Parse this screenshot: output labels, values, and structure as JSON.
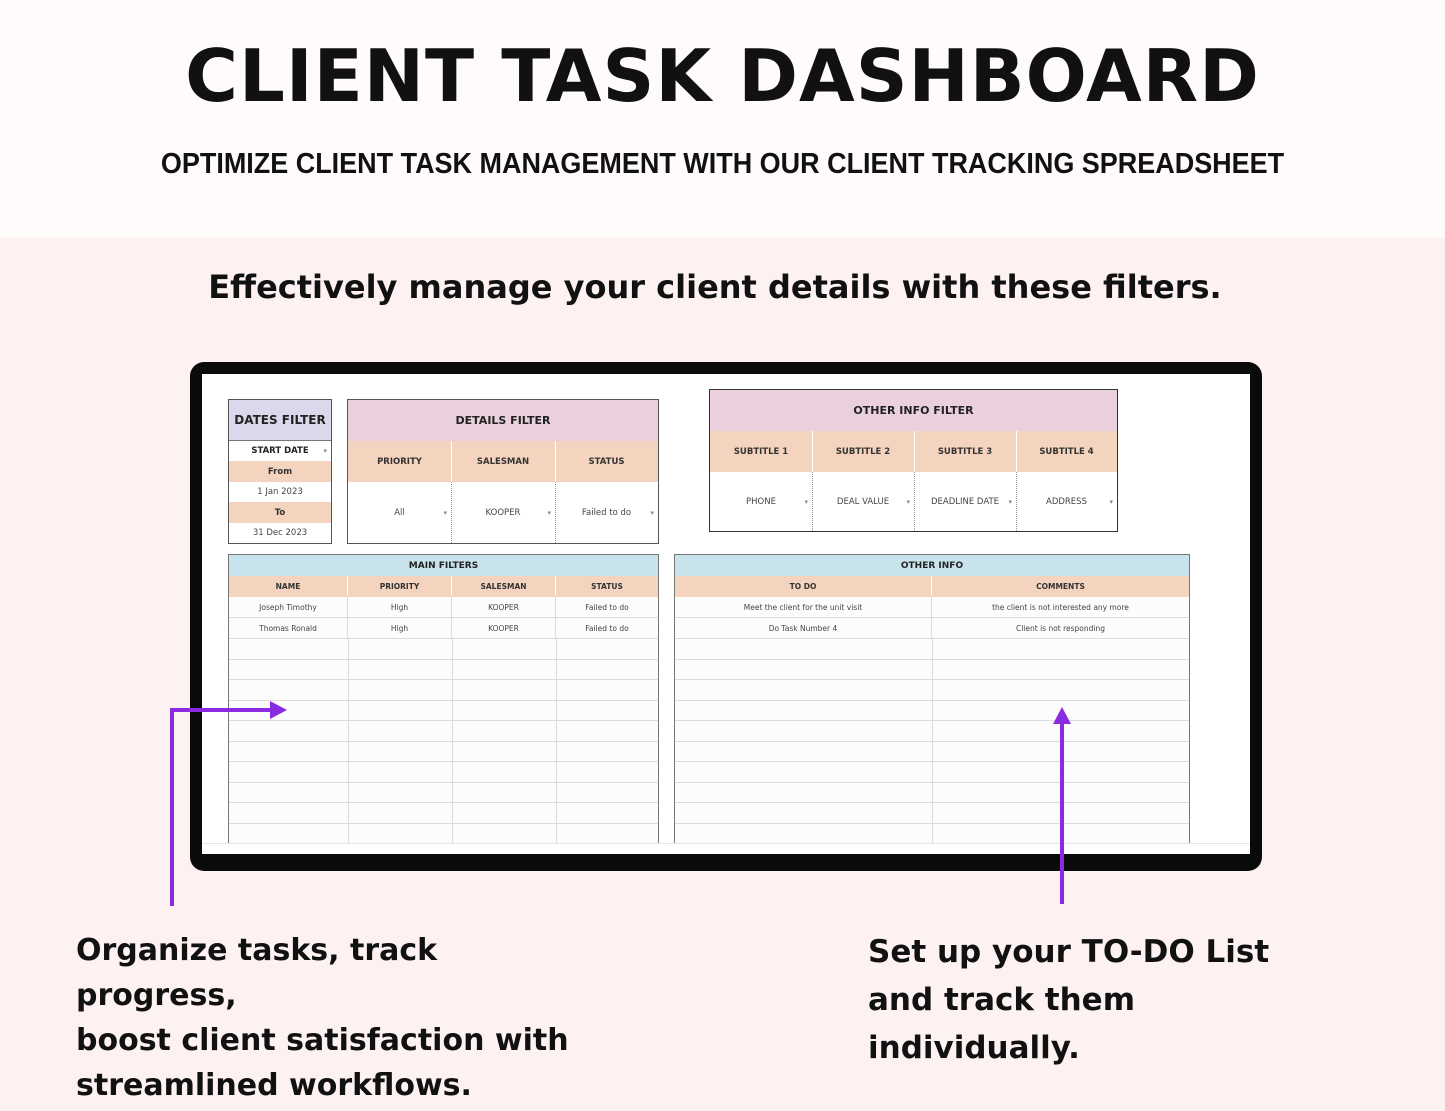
{
  "header": {
    "title": "CLIENT TASK DASHBOARD",
    "subtitle": "OPTIMIZE CLIENT TASK MANAGEMENT WITH OUR CLIENT TRACKING SPREADSHEET"
  },
  "filters_caption": "Effectively manage your client details with these filters.",
  "colors": {
    "top_band": "#fefbfa",
    "page_bg": "#fdf2f1",
    "purple_header": "#dcd8ec",
    "pink_header": "#ead0dc",
    "peach_header": "#f4d4be",
    "blue_header": "#c8e3ec",
    "arrow": "#8a2be2"
  },
  "dates_filter": {
    "title": "DATES FILTER",
    "start_date_label": "START DATE",
    "from_label": "From",
    "from_value": "1 Jan 2023",
    "to_label": "To",
    "to_value": "31 Dec 2023"
  },
  "details_filter": {
    "title": "DETAILS FILTER",
    "columns": [
      {
        "label": "PRIORITY",
        "value": "All"
      },
      {
        "label": "SALESMAN",
        "value": "KOOPER"
      },
      {
        "label": "STATUS",
        "value": "Failed to do"
      }
    ]
  },
  "other_info_filter": {
    "title": "OTHER INFO FILTER",
    "columns": [
      {
        "label": "SUBTITLE 1",
        "value": "PHONE"
      },
      {
        "label": "SUBTITLE 2",
        "value": "DEAL VALUE"
      },
      {
        "label": "SUBTITLE 3",
        "value": "DEADLINE DATE"
      },
      {
        "label": "SUBTITLE 4",
        "value": "ADDRESS"
      }
    ]
  },
  "main_filters": {
    "title": "MAIN FILTERS",
    "columns": [
      "NAME",
      "PRIORITY",
      "SALESMAN",
      "STATUS"
    ],
    "rows": [
      [
        "Joseph Timothy",
        "High",
        "KOOPER",
        "Failed to do"
      ],
      [
        "Thomas Ronald",
        "High",
        "KOOPER",
        "Failed to do"
      ]
    ]
  },
  "other_info": {
    "title": "OTHER INFO",
    "columns": [
      "TO DO",
      "COMMENTS"
    ],
    "rows": [
      [
        "Meet the client for the unit visit",
        "the client is not interested any more"
      ],
      [
        "Do Task Number 4",
        "Client is not responding"
      ]
    ]
  },
  "callouts": {
    "left": [
      "Organize tasks, track progress,",
      "boost client satisfaction with",
      "streamlined workflows."
    ],
    "right": [
      "Set up your TO-DO List",
      "and track them",
      "individually."
    ]
  },
  "icons": {
    "dropdown": "▾"
  }
}
